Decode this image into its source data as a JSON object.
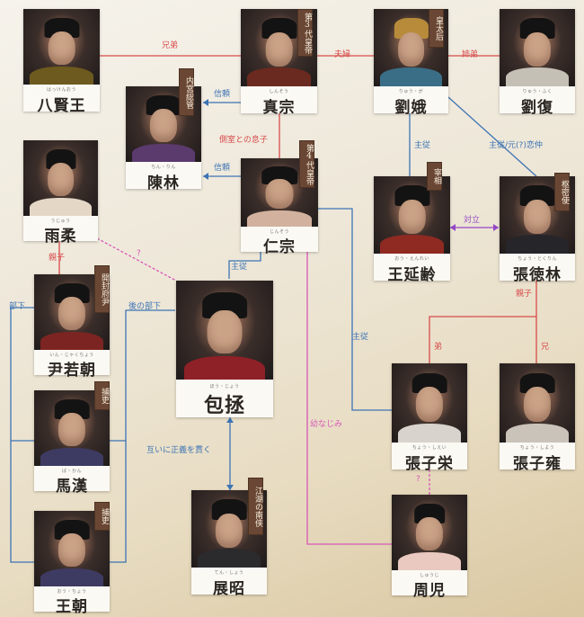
{
  "characters": [
    {
      "id": "hachikenno",
      "name": "八賢王",
      "furigana": "はっけんおう",
      "title": null
    },
    {
      "id": "shinso",
      "name": "真宗",
      "furigana": "しんそう",
      "title": "第3代皇帝"
    },
    {
      "id": "ryuga",
      "name": "劉娥",
      "furigana": "りゅう・が",
      "title": "皇太后"
    },
    {
      "id": "ryufuku",
      "name": "劉復",
      "furigana": "りゅう・ふく",
      "title": null
    },
    {
      "id": "chinrin",
      "name": "陳林",
      "furigana": "ちん・りん",
      "title": "内宮総管"
    },
    {
      "id": "jinso",
      "name": "仁宗",
      "furigana": "じんそう",
      "title": "第4代皇帝"
    },
    {
      "id": "ujuu",
      "name": "雨柔",
      "furigana": "うじゅう",
      "title": null
    },
    {
      "id": "outeirei",
      "name": "王延齢",
      "furigana": "おう・えんれい",
      "title": "宰相"
    },
    {
      "id": "choutokurin",
      "name": "張徳林",
      "furigana": "ちょう・とくりん",
      "title": "枢密使"
    },
    {
      "id": "injakuchou",
      "name": "尹若朝",
      "furigana": "いん・じゃくちょう",
      "title": "開封府尹"
    },
    {
      "id": "houjou",
      "name": "包拯",
      "furigana": "ほう・じょう",
      "title": null
    },
    {
      "id": "bakan",
      "name": "馬漢",
      "furigana": "ば・かん",
      "title": "捕吏"
    },
    {
      "id": "choushiei",
      "name": "張子栄",
      "furigana": "ちょう・しえい",
      "title": null
    },
    {
      "id": "choushiyou",
      "name": "張子雍",
      "furigana": "ちょう・しよう",
      "title": null
    },
    {
      "id": "tenshou",
      "name": "展昭",
      "furigana": "てん・しょう",
      "title": "江湖の南侠"
    },
    {
      "id": "oucho",
      "name": "王朝",
      "furigana": "おう・ちょう",
      "title": "捕吏"
    },
    {
      "id": "shuuji",
      "name": "周児",
      "furigana": "しゅうじ",
      "title": null
    }
  ],
  "relations": {
    "kyoudai": "兄弟",
    "fuufu": "夫婦",
    "shitei": "姉弟",
    "shinrai1": "信頼",
    "shinrai2": "信頼",
    "sokushitsu": "側室との息子",
    "shujuu1": "主従",
    "shujuu2": "主従/元(?)恋仲",
    "tairitsu": "対立",
    "oyako1": "親子",
    "oyako2": "親子",
    "q1": "?",
    "q2": "?",
    "shujuu3": "主従",
    "shujuu4": "主従",
    "buka": "部下",
    "nochinobuka": "後の部下",
    "osananajimi": "幼なじみ",
    "otouto": "弟",
    "ani": "兄",
    "seigi": "互いに正義を貫く"
  },
  "colors": {
    "red": "#d74b4b",
    "blue": "#3d74b4",
    "pink": "#d857b8",
    "purple": "#9446c7",
    "title_bg": "#6a4734"
  }
}
